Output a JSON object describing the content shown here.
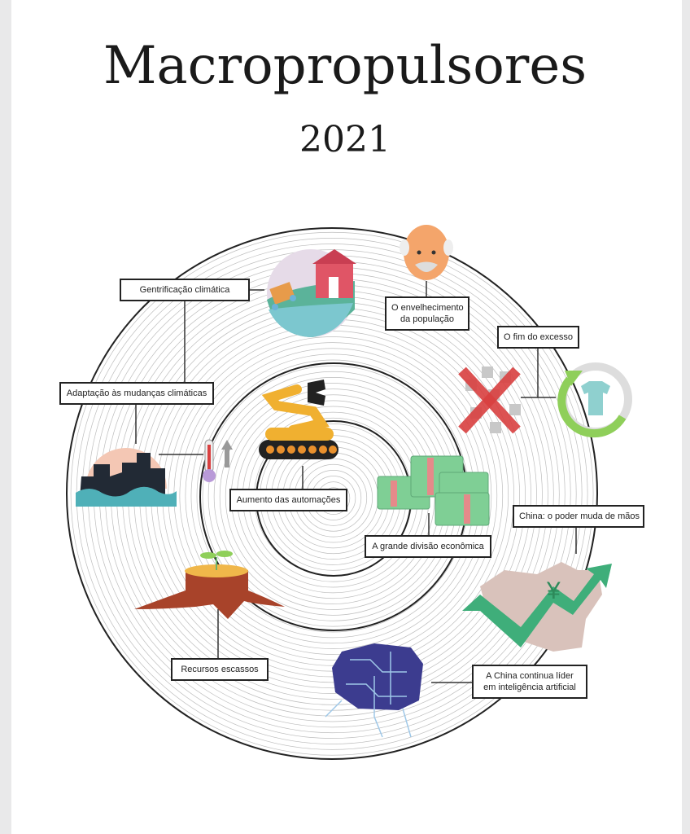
{
  "header": {
    "title": "Macropropulsores",
    "year": "2021"
  },
  "labels": {
    "gentrification": "Gentrificação climática",
    "aging_line1": "O envelhecimento",
    "aging_line2": "da população",
    "end_of_excess": "O fim do excesso",
    "climate_adaptation": "Adaptação às mudanças climáticas",
    "automation": "Aumento das automações",
    "economic_divide": "A grande divisão econômica",
    "china_power": "China: o poder muda de mãos",
    "scarce_resources": "Recursos escassos",
    "china_ai_line1": "A China continua líder",
    "china_ai_line2": "em inteligência artificial"
  },
  "icons": {
    "china_currency": "¥"
  },
  "colors": {
    "ring": "#222222",
    "thin_ring": "#bdbdbd",
    "money": "#7fcf95",
    "cross": "#d94040",
    "recycle": "#8fcf5a",
    "brain": "#3c3c8f",
    "arrow": "#3fae7a"
  }
}
